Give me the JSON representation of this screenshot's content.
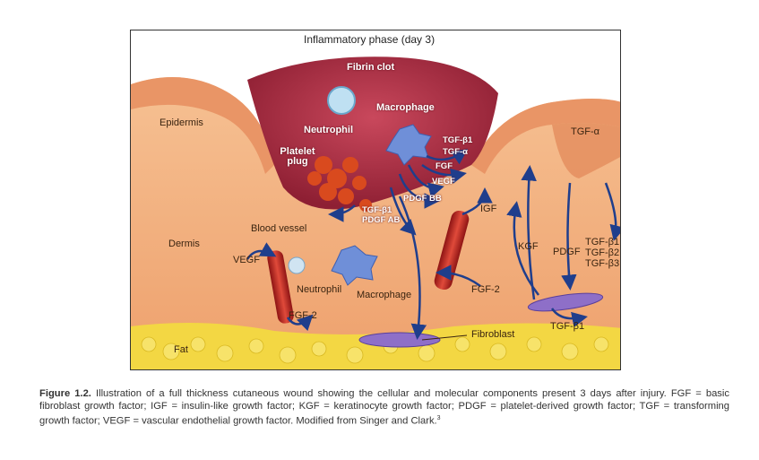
{
  "figure": {
    "title": "Inflammatory phase (day 3)",
    "labels": {
      "fibrin_clot": "Fibrin clot",
      "neutrophil_top": "Neutrophil",
      "macrophage_top": "Macrophage",
      "platelet_plug": "Platelet plug",
      "epidermis": "Epidermis",
      "dermis": "Dermis",
      "fat": "Fat",
      "blood_vessel": "Blood vessel",
      "neutrophil_bottom": "Neutrophil",
      "macrophage_bottom": "Macrophage",
      "fibroblast": "Fibroblast"
    },
    "factors": {
      "tgf_b1_mac": "TGF-β1",
      "tgf_a_mac": "TGF-α",
      "fgf_mac": "FGF",
      "vegf_mac": "VEGF",
      "pdgf_bb": "PDGF BB",
      "tgf_b1_plt": "TGF-β1",
      "pdgf_ab": "PDGF AB",
      "vegf_vessel": "VEGF",
      "fgf2_vessel": "FGF-2",
      "igf": "IGF",
      "kgf": "KGF",
      "pdgf_right": "PDGF",
      "fgf2_right": "FGF-2",
      "tgf_a_right": "TGF-α",
      "tgf_b1_right": "TGF-β1",
      "tgf_b2_right": "TGF-β2",
      "tgf_b3_right": "TGF-β3",
      "tgf_b1_fibro": "TGF-β1"
    }
  },
  "caption": {
    "label": "Figure 1.2.",
    "text": "Illustration of a full thickness cutaneous wound showing the cellular and molecular components present 3 days after injury. FGF = basic fibroblast growth factor; IGF = insulin-like growth factor; KGF = keratinocyte growth factor; PDGF = platelet-derived growth factor; TGF = transforming growth factor; VEGF = vascular endothelial growth factor. Modified from Singer and Clark.",
    "ref": "3"
  },
  "colors": {
    "dermis": "#f2b27f",
    "epidermis": "#e99a6a",
    "clot": "#b02c43",
    "fat": "#f3d743",
    "arrow": "#1f3e8c",
    "cell": "#6f8fd8",
    "vessel": "#c62828"
  }
}
